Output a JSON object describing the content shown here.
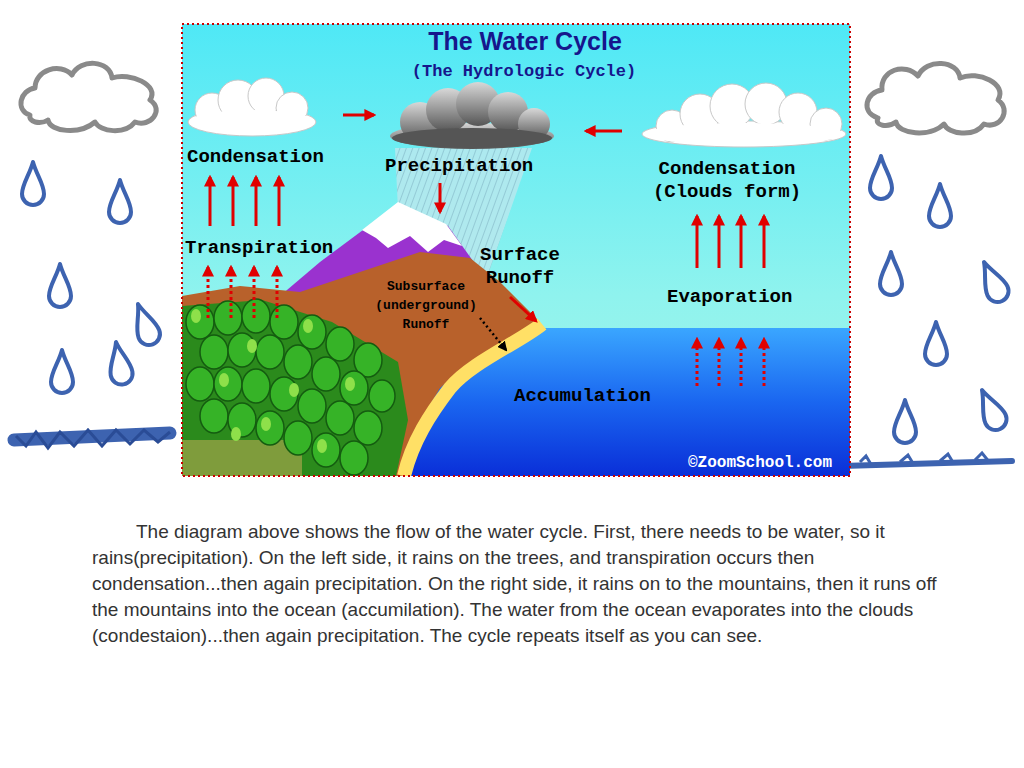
{
  "diagram": {
    "title": "The Water Cycle",
    "caption": "The diagram above shows the flow of the water cycle. First, there needs to be water, so it rains(precipitation). On the left side, it rains on the trees, and transpiration occurs then condensation...then again precipitation. On the right side, it rains on to the mountains, then it runs off the mountains into the ocean (accumilation). The water from the ocean evaporates into the clouds (condestaion)...then again precipitation. The cycle repeats itself as you can see.",
    "labels": [
      "(The Hydrologic Cycle)",
      "Condensation",
      "Precipitation",
      "Condensation (Clouds form)",
      "Transpiration",
      "Surface Runoff",
      "Subsurface (underground) Runoff",
      "Evaporation",
      "Accumulation",
      "©ZoomSchool.com"
    ]
  }
}
